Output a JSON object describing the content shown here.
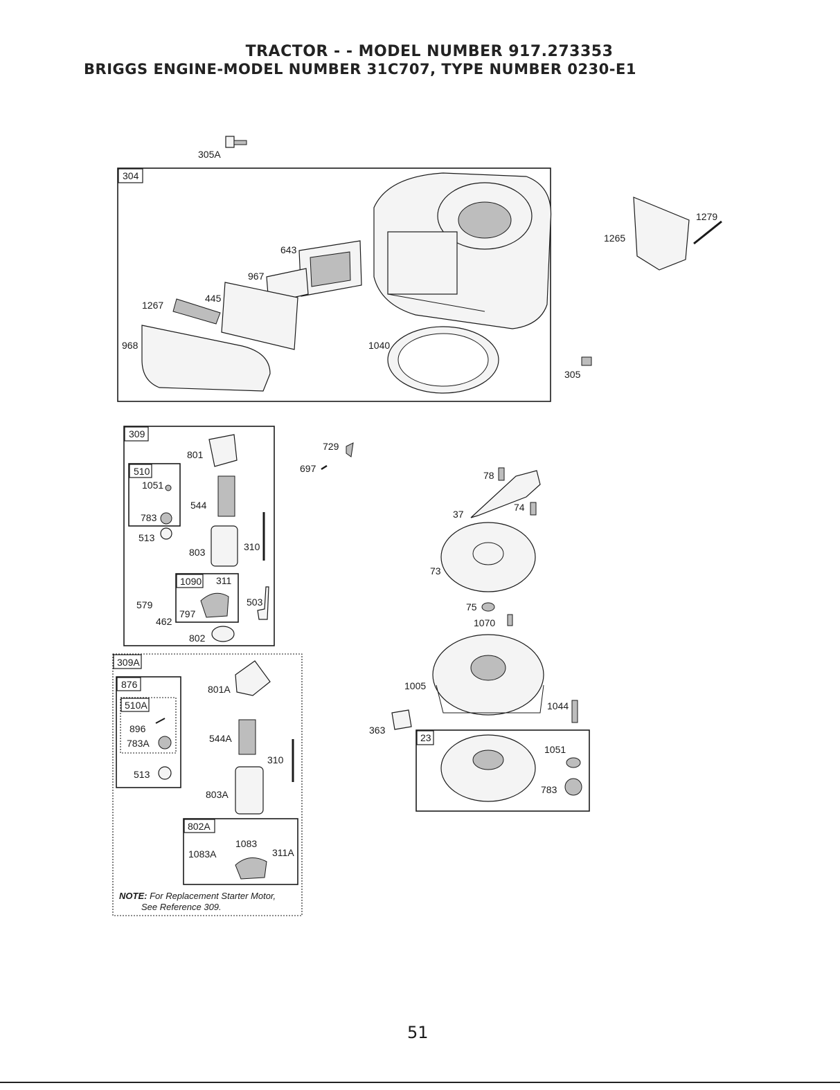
{
  "header": {
    "title_line1": "TRACTOR - - MODEL NUMBER  917.273353",
    "title_line2": "BRIGGS ENGINE-MODEL NUMBER 31C707, TYPE NUMBER 0230-E1"
  },
  "groups": [
    "304",
    "309",
    "510",
    "1090",
    "309A",
    "876",
    "510A",
    "802A",
    "23"
  ],
  "parts": [
    "305A",
    "643",
    "967",
    "445",
    "1267",
    "968",
    "1040",
    "1265",
    "1279",
    "305",
    "801",
    "1051",
    "544",
    "783",
    "513",
    "803",
    "310",
    "311",
    "503",
    "579",
    "797",
    "462",
    "802",
    "801A",
    "896",
    "783A",
    "544A",
    "310",
    "513",
    "803A",
    "1083",
    "1083A",
    "311A",
    "729",
    "697",
    "78",
    "37",
    "74",
    "73",
    "75",
    "1070",
    "1005",
    "1044",
    "363",
    "1051",
    "783"
  ],
  "note": {
    "label": "NOTE:",
    "line1": "For Replacement Starter Motor,",
    "line2": "See Reference 309."
  },
  "page_number": "51"
}
